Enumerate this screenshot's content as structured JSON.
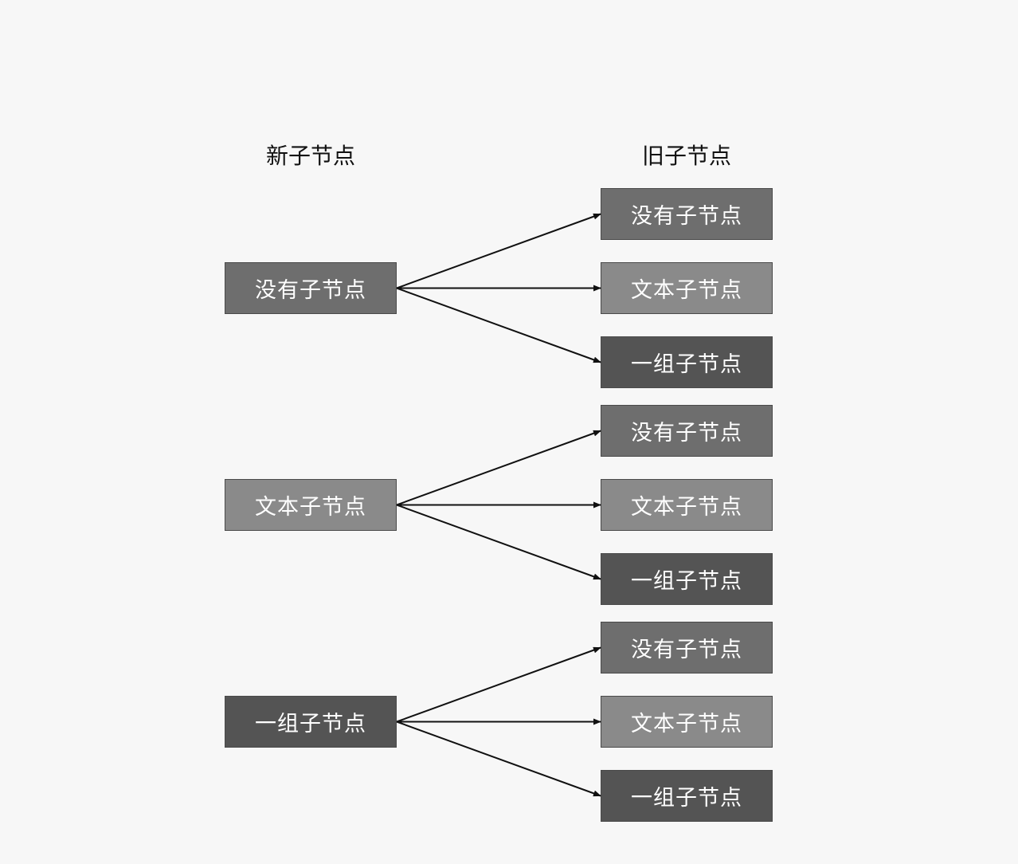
{
  "headers": {
    "new": "新子节点",
    "old": "旧子节点"
  },
  "node_types": {
    "none": "没有子节点",
    "text": "文本子节点",
    "array": "一组子节点"
  },
  "groups": [
    {
      "new_kind": "none",
      "old_kinds": [
        "none",
        "text",
        "array"
      ]
    },
    {
      "new_kind": "text",
      "old_kinds": [
        "none",
        "text",
        "array"
      ]
    },
    {
      "new_kind": "array",
      "old_kinds": [
        "none",
        "text",
        "array"
      ]
    }
  ],
  "colors": {
    "none": "#6e6e6e",
    "text": "#8a8a8a",
    "array": "#545454",
    "arrow": "#111111",
    "background": "#f7f7f7"
  }
}
